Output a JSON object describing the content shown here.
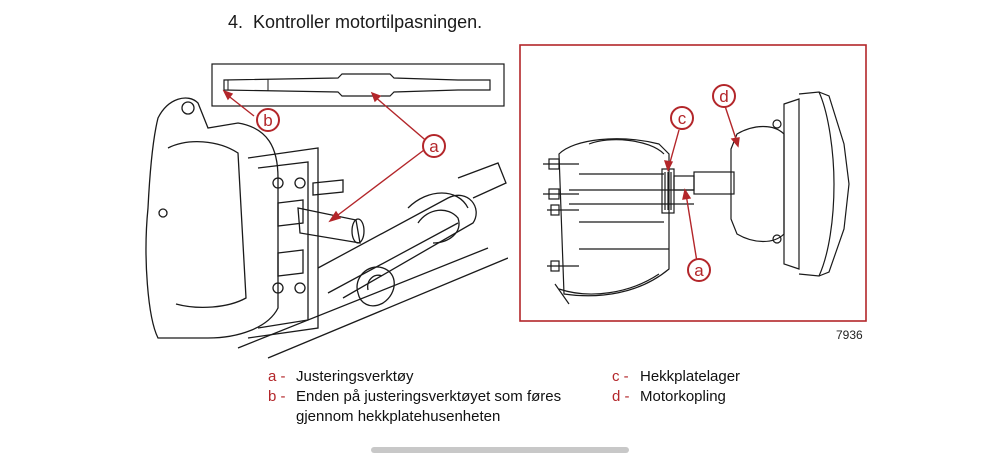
{
  "step": {
    "number": "4.",
    "text": "Kontroller motortilpasningen."
  },
  "figure": {
    "number": "7936",
    "callouts": {
      "a": "a",
      "b": "b",
      "c": "c",
      "d": "d"
    }
  },
  "legend": {
    "left": [
      {
        "code": "a -",
        "text": "Justeringsverktøy"
      },
      {
        "code": "b -",
        "text": "Enden på justeringsverktøyet som føres gjennom hekkplatehusenheten"
      }
    ],
    "right": [
      {
        "code": "c -",
        "text": "Hekkplatelager"
      },
      {
        "code": "d -",
        "text": "Motorkopling"
      }
    ]
  },
  "colors": {
    "callout": "#b3262a",
    "frame": "#b3262a",
    "line": "#1a1a1a"
  }
}
